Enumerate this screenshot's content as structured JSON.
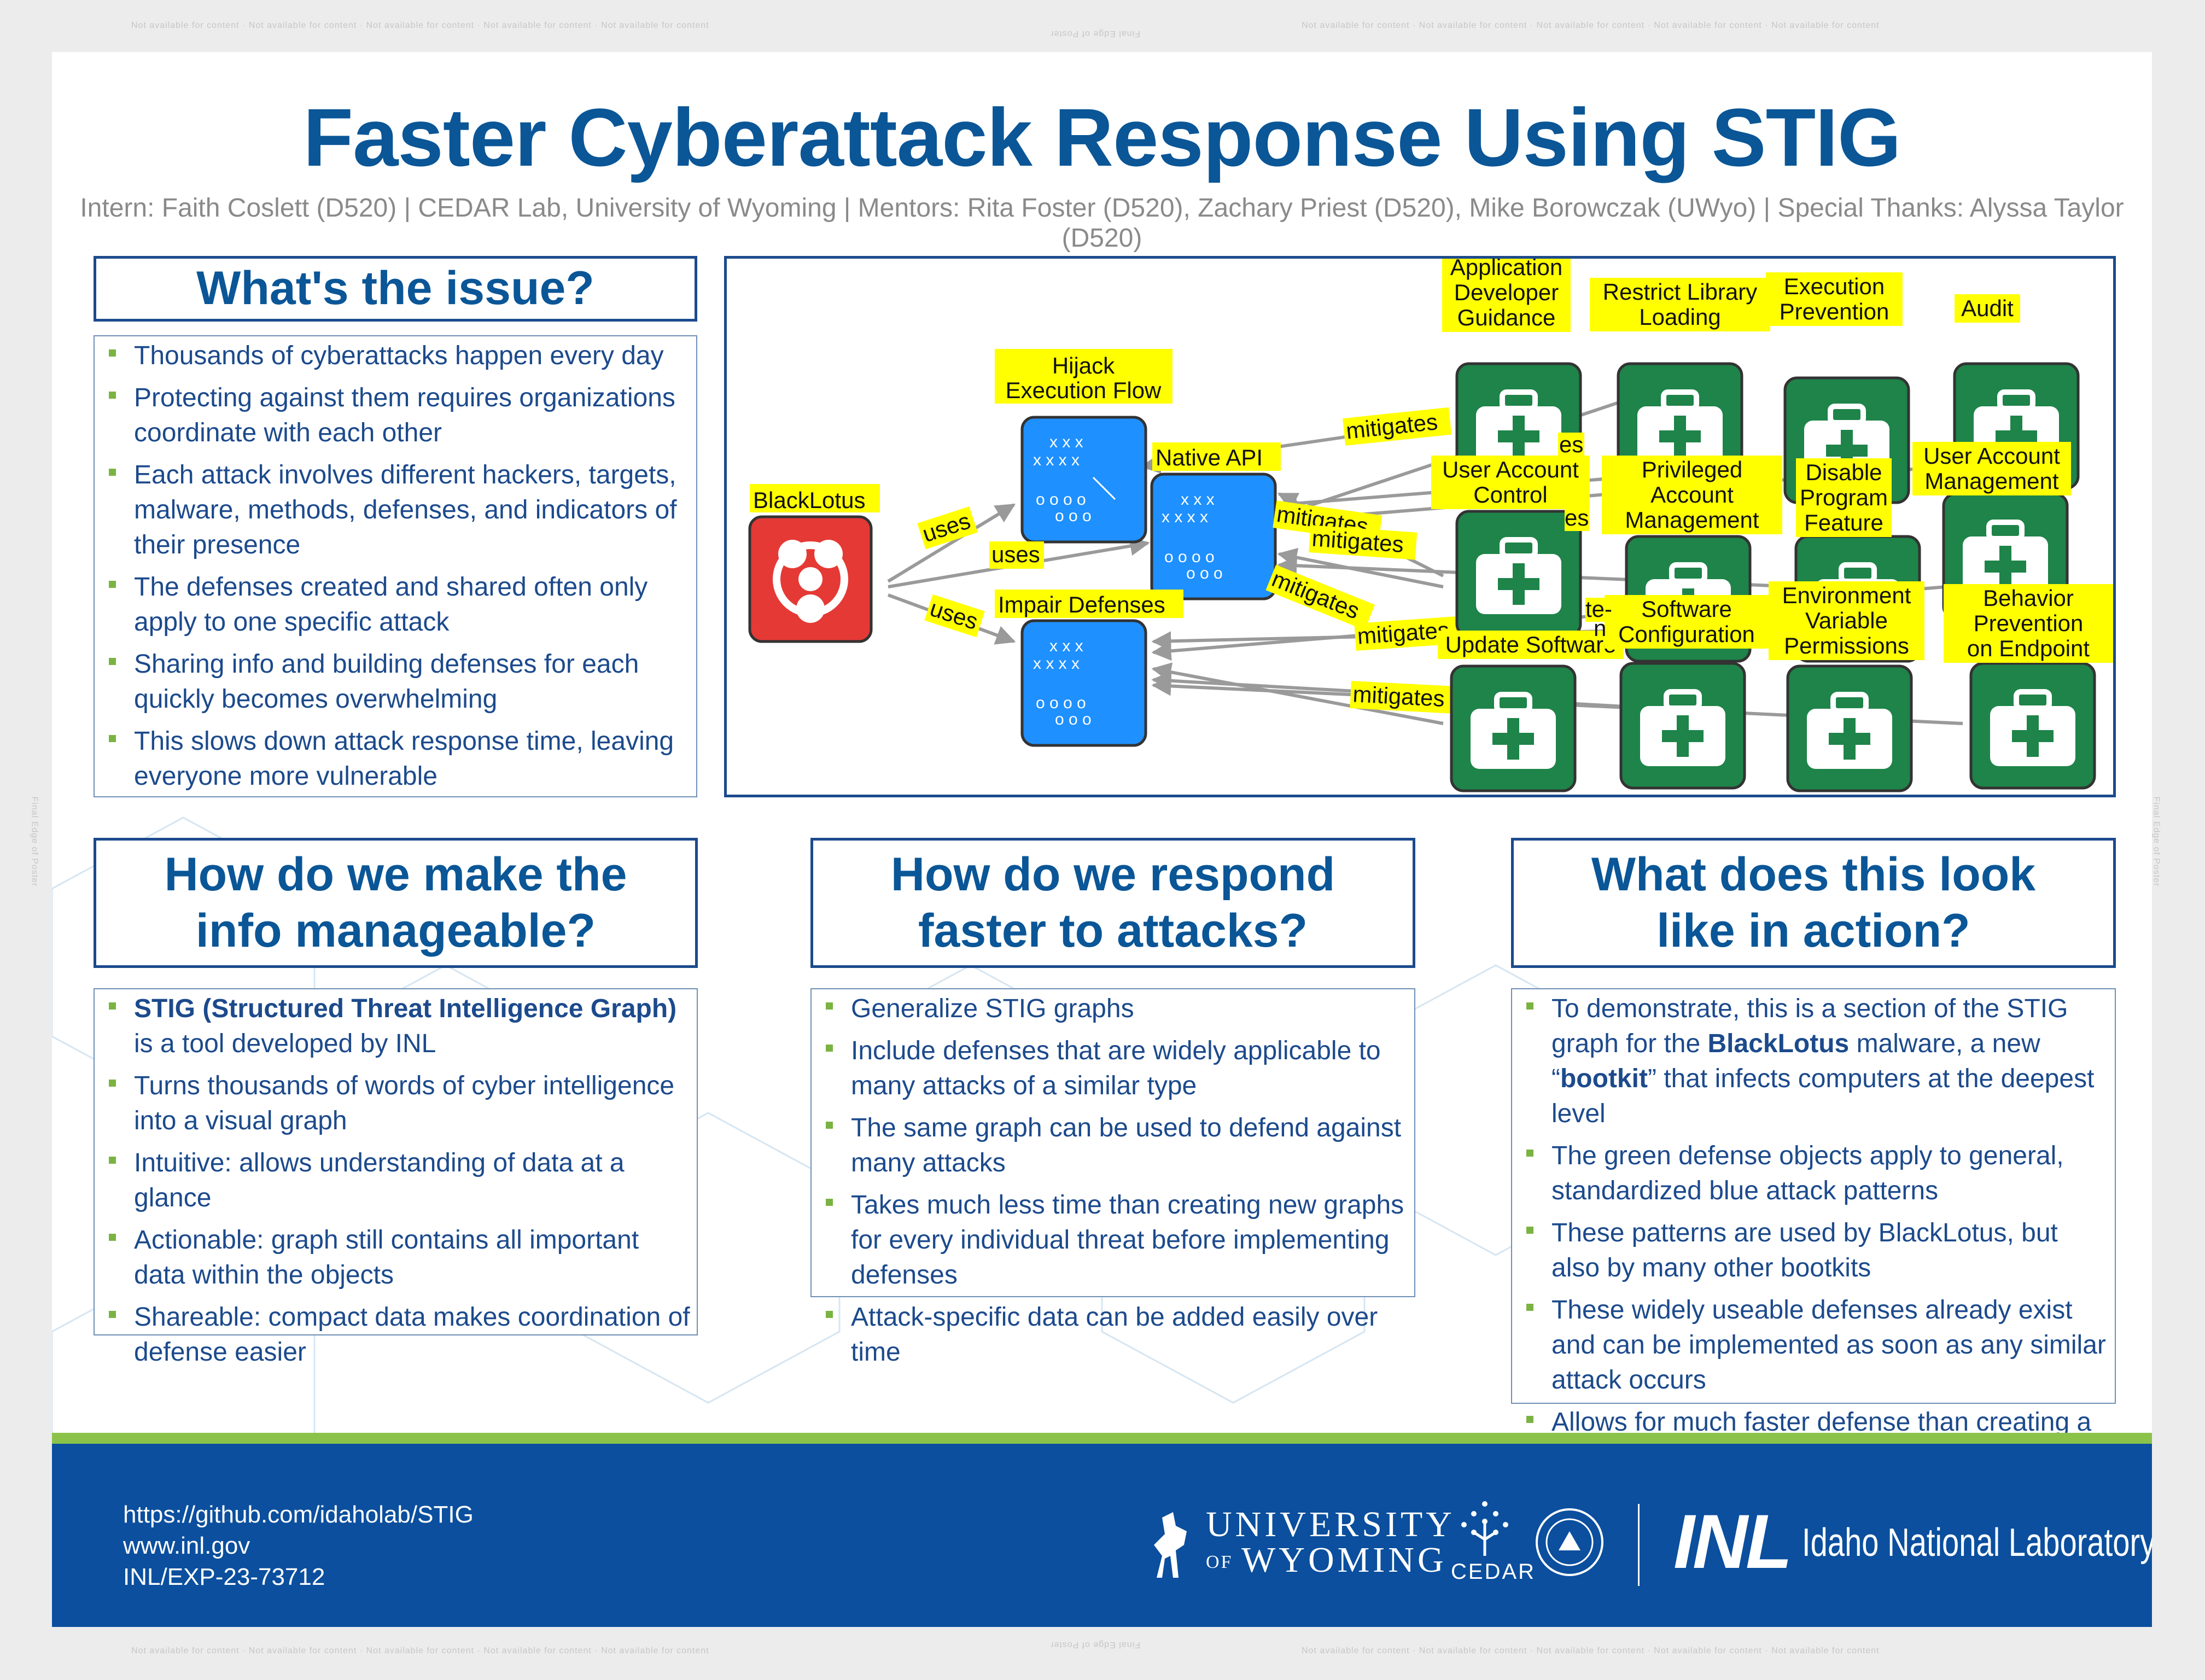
{
  "margin_notes": {
    "not_available": "Not available for content  ·  Not available for content  ·  Not available for content  ·  Not available for content  ·  Not available for content",
    "final_edge": "Final Edge of Poster"
  },
  "title": "Faster Cyberattack Response Using STIG",
  "subtitle": "Intern: Faith Coslett (D520) | CEDAR Lab, University of Wyoming | Mentors: Rita Foster (D520), Zachary Priest (D520), Mike Borowczak (UWyo) | Special Thanks: Alyssa Taylor (D520)",
  "issue": {
    "heading": "What's the issue?",
    "bullets": [
      "Thousands of cyberattacks happen every day",
      "Protecting against them requires organizations coordinate with each other",
      "Each attack involves different hackers, targets, malware, methods, defenses, and indicators of their presence",
      "The defenses created and shared often only apply to one specific attack",
      "Sharing info and building defenses for each quickly becomes overwhelming",
      "This slows down attack response time, leaving everyone more vulnerable"
    ]
  },
  "manageable": {
    "heading_line1": "How do we make the",
    "heading_line2": "info manageable?",
    "b1_bold": "STIG (Structured Threat Intelligence Graph)",
    "b1_rest": " is a tool developed by INL",
    "bullets": [
      "Turns thousands of words of cyber intelligence into a visual graph",
      "Intuitive: allows understanding of data at a glance",
      "Actionable: graph still contains all important data within the objects",
      "Shareable: compact data makes coordination of defense easier"
    ]
  },
  "respond": {
    "heading_line1": "How do we respond",
    "heading_line2": "faster to attacks?",
    "bullets": [
      "Generalize STIG graphs",
      "Include defenses that are widely applicable to many attacks of a similar type",
      "The same graph can be used to defend against many attacks",
      "Takes much less time than creating new graphs for every individual threat before implementing defenses",
      "Attack-specific data can be added easily over time"
    ]
  },
  "action": {
    "heading_line1": "What does this look",
    "heading_line2": "like in action?",
    "b1_pre": "To demonstrate, this is a section of the STIG graph for the ",
    "b1_bold1": "BlackLotus",
    "b1_mid": " malware, a new “",
    "b1_bold2": "bootkit",
    "b1_post": "” that infects computers at the deepest level",
    "bullets": [
      "The green defense objects apply to general, standardized blue attack patterns",
      "These patterns are used by BlackLotus, but also by many other bootkits",
      "These widely useable defenses already exist and can be implemented as soon as any similar attack occurs",
      "Allows for much faster defense than creating a new, specific fix for every similar attack"
    ]
  },
  "graph": {
    "malware": "BlackLotus",
    "attacks": {
      "hijack": "Hijack Execution Flow",
      "native": "Native API",
      "impair": "Impair Defenses"
    },
    "defenses": {
      "app_dev": "Application Developer Guidance",
      "restrict_lib": "Restrict Library Loading",
      "exec_prev": "Execution Prevention",
      "audit": "Audit",
      "uac": "User Account Control",
      "priv_acct": "Privileged Account Management",
      "disable_prog": "Disable Program Feature",
      "user_acct": "User Account Management",
      "update_sw": "Update Software",
      "sw_config": "Software Configuration",
      "env_var": "Environment Variable Permissions",
      "behavior": "Behavior Prevention on Endpoint"
    },
    "edge_uses": "uses",
    "edge_mitigates": "mitigates",
    "frag_es": "es",
    "frag_mitigates_short": "mitigates",
    "frag_es2": "es",
    "frag_te": "te-",
    "frag_n": "n"
  },
  "colors": {
    "title_blue": "#0a5697",
    "header_border": "#1c4a8c",
    "bullet_green": "#7ab342",
    "footer_blue": "#0b4f9e",
    "footer_green": "#8bc34a",
    "attack_blue": "#1e90ff",
    "defense_green": "#1e8449",
    "malware_red": "#e53935",
    "label_yellow": "#ffff00"
  },
  "footer": {
    "url1": "https://github.com/idaholab/STIG",
    "url2": "www.inl.gov",
    "doc_id": "INL/EXP-23-73712",
    "uwyo_line1": "UNIVERSITY",
    "uwyo_of": "OF",
    "uwyo_line2": "WYOMING",
    "cedar": "CEDAR",
    "inl_mark": "INL",
    "inl_name": "Idaho National Laboratory"
  }
}
